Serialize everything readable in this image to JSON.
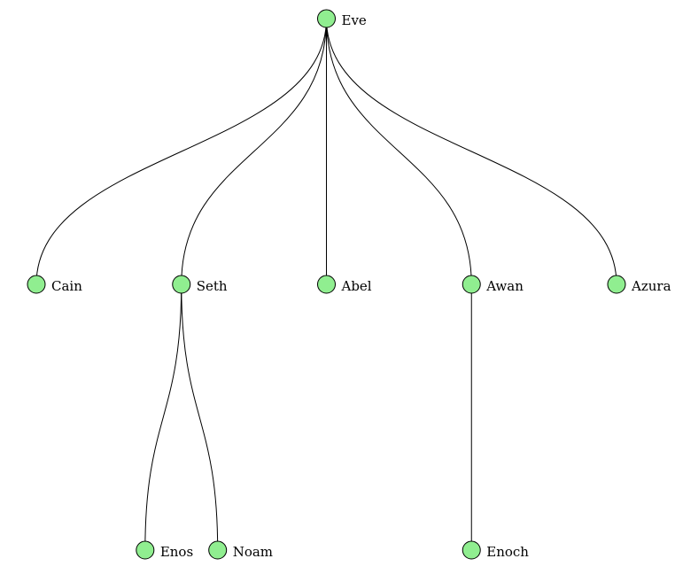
{
  "tree": {
    "node_fill": "#90ee90",
    "node_stroke": "#000000",
    "link_color": "#000000",
    "root": {
      "name": "Eve",
      "children": [
        {
          "name": "Cain",
          "children": []
        },
        {
          "name": "Seth",
          "children": [
            {
              "name": "Enos",
              "children": []
            },
            {
              "name": "Noam",
              "children": []
            }
          ]
        },
        {
          "name": "Abel",
          "children": []
        },
        {
          "name": "Awan",
          "children": [
            {
              "name": "Enoch",
              "children": []
            }
          ]
        },
        {
          "name": "Azura",
          "children": []
        }
      ]
    }
  }
}
